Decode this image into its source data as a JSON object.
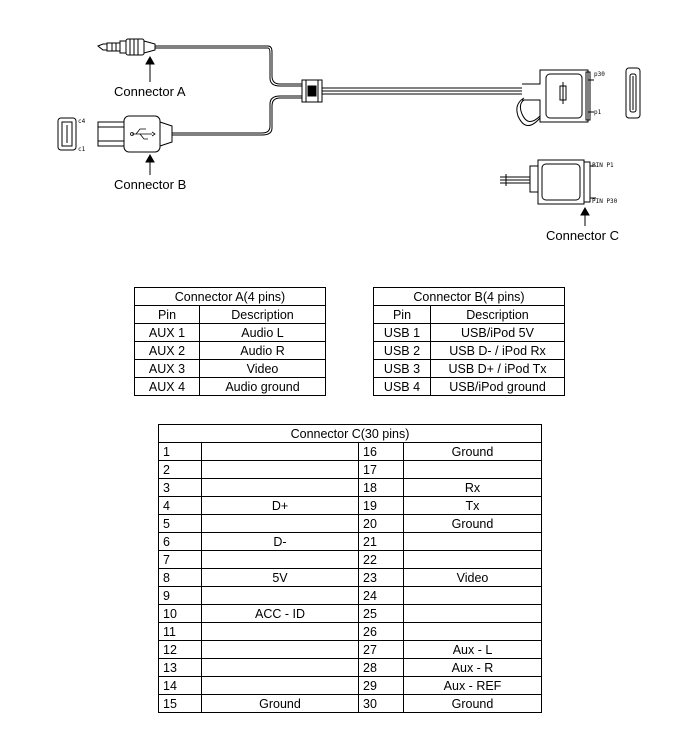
{
  "labels": {
    "connector_a": "Connector A",
    "connector_b": "Connector B",
    "connector_c": "Connector C",
    "tiny": {
      "p30": "p30",
      "p1": "p1",
      "c4": "c4",
      "c1": "c1",
      "pin1": "PIN P1",
      "pin30": "PIN P30"
    }
  },
  "table_a": {
    "title": "Connector A(4 pins)",
    "headers": [
      "Pin",
      "Description"
    ],
    "rows": [
      [
        "AUX 1",
        "Audio L"
      ],
      [
        "AUX 2",
        "Audio R"
      ],
      [
        "AUX 3",
        "Video"
      ],
      [
        "AUX 4",
        "Audio ground"
      ]
    ]
  },
  "table_b": {
    "title": "Connector B(4 pins)",
    "headers": [
      "Pin",
      "Description"
    ],
    "rows": [
      [
        "USB 1",
        "USB/iPod 5V"
      ],
      [
        "USB 2",
        "USB D- / iPod Rx"
      ],
      [
        "USB 3",
        "USB D+ / iPod Tx"
      ],
      [
        "USB 4",
        "USB/iPod ground"
      ]
    ]
  },
  "table_c": {
    "title": "Connector C(30 pins)",
    "rows": [
      [
        "1",
        "",
        "16",
        "Ground"
      ],
      [
        "2",
        "",
        "17",
        ""
      ],
      [
        "3",
        "",
        "18",
        "Rx"
      ],
      [
        "4",
        "D+",
        "19",
        "Tx"
      ],
      [
        "5",
        "",
        "20",
        "Ground"
      ],
      [
        "6",
        "D-",
        "21",
        ""
      ],
      [
        "7",
        "",
        "22",
        ""
      ],
      [
        "8",
        "5V",
        "23",
        "Video"
      ],
      [
        "9",
        "",
        "24",
        ""
      ],
      [
        "10",
        "ACC - ID",
        "25",
        ""
      ],
      [
        "11",
        "",
        "26",
        ""
      ],
      [
        "12",
        "",
        "27",
        "Aux - L"
      ],
      [
        "13",
        "",
        "28",
        "Aux - R"
      ],
      [
        "14",
        "",
        "29",
        "Aux - REF"
      ],
      [
        "15",
        "Ground",
        "30",
        "Ground"
      ]
    ]
  }
}
